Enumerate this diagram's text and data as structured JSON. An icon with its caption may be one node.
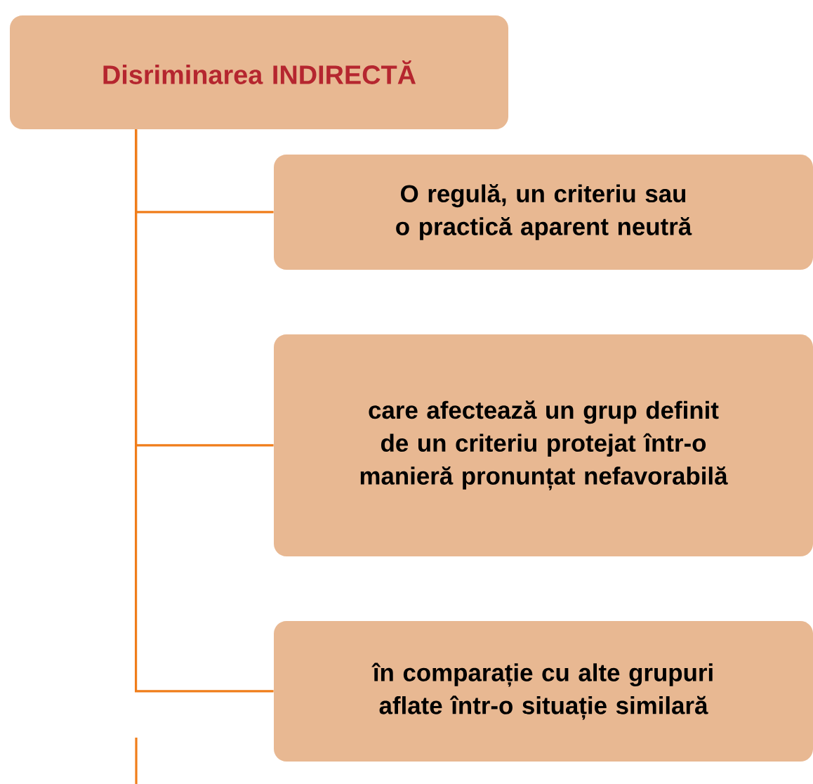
{
  "diagram": {
    "nodes": [
      {
        "text": [
          "Disriminarea INDIRECTĂ"
        ]
      },
      {
        "text": [
          "O regulă, un criteriu sau o practică aparent neutră"
        ]
      },
      {
        "text": [
          "care afectează un grup definit de un criteriu protejat într-o manieră pronunțat nefavorabilă"
        ]
      },
      {
        "text": [
          "în comparație cu alte grupuri aflate într-o situație similară"
        ]
      }
    ],
    "edges": [
      {
        "from": 0,
        "to": 1,
        "arrow": "none"
      },
      {
        "from": 0,
        "to": 2,
        "arrow": "none"
      },
      {
        "from": 0,
        "to": 3,
        "arrow": "none"
      }
    ]
  }
}
